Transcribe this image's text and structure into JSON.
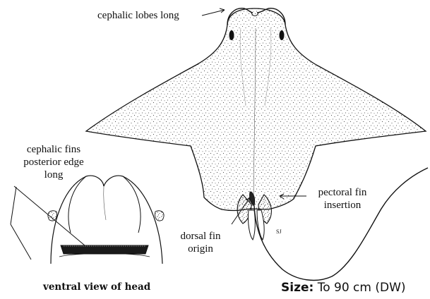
{
  "labels": {
    "cephalic_lobes": "cephalic lobes long",
    "cephalic_fins": [
      "cephalic fins",
      "posterior edge",
      "long"
    ],
    "pectoral_fin": [
      "pectoral fin",
      "insertion"
    ],
    "dorsal_fin": [
      "dorsal fin",
      "origin"
    ],
    "ventral_view": "ventral view of head"
  },
  "size": {
    "label": "Size:",
    "value": "To 90 cm (DW)"
  },
  "artist_initials": "SJ",
  "colors": {
    "ink": "#111111",
    "background": "#ffffff"
  }
}
